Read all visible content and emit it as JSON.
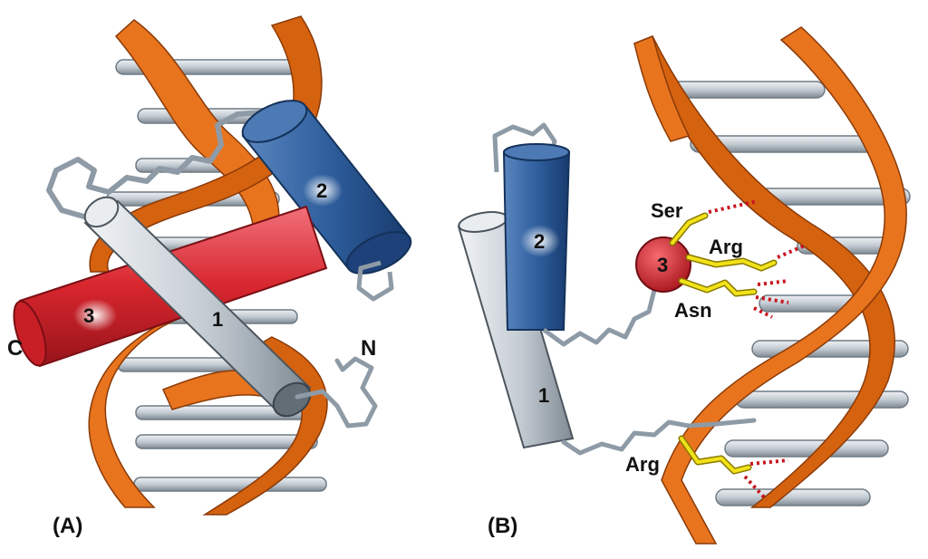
{
  "colors": {
    "dna_backbone": "#e8741e",
    "dna_backbone_dark": "#b8500c",
    "base_pair": "#c3cbd2",
    "helix_1": "#c7ccd1",
    "helix_2": "#2f5f9e",
    "helix_3": "#d8262e",
    "side_chain": "#f2e21a",
    "hbond": "#c8141e",
    "loop": "#8e9ba6"
  },
  "panel_a": {
    "panel_label": "(A)",
    "helix_1_label": "1",
    "helix_2_label": "2",
    "helix_3_label": "3",
    "c_terminus": "C",
    "n_terminus": "N"
  },
  "panel_b": {
    "panel_label": "(B)",
    "helix_1_label": "1",
    "helix_2_label": "2",
    "helix_3_label": "3",
    "residue_ser": "Ser",
    "residue_arg_top": "Arg",
    "residue_asn": "Asn",
    "residue_arg_bottom": "Arg"
  }
}
